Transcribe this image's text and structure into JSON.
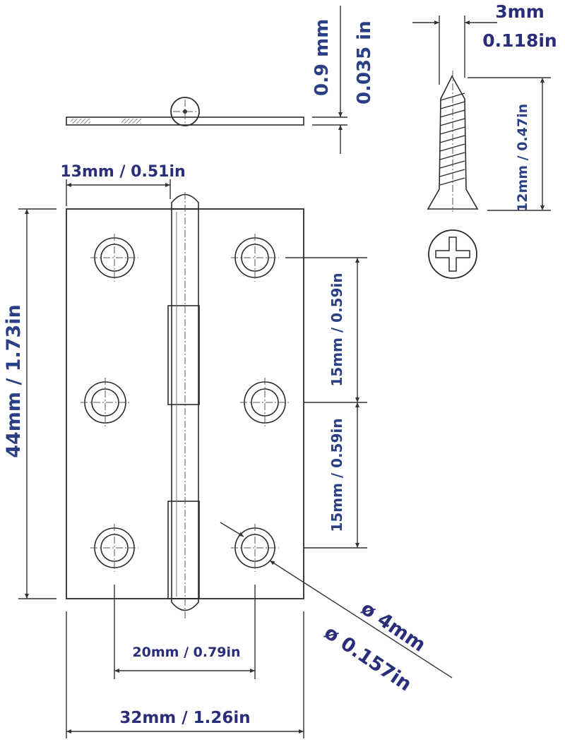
{
  "labels": {
    "thickness_mm": "0.9 mm",
    "thickness_in": "0.035 in",
    "screw_diameter_mm": "3mm",
    "screw_diameter_in": "0.118in",
    "screw_length": "12mm / 0.47in",
    "leaf_width": "13mm / 0.51in",
    "height": "44mm / 1.73in",
    "hole_spacing_upper": "15mm / 0.59in",
    "hole_spacing_lower": "15mm / 0.59in",
    "hole_diameter_mm": "ø 4mm",
    "hole_diameter_in": "ø 0.157in",
    "hole_center_span": "20mm / 0.79in",
    "total_width": "32mm / 1.26in"
  },
  "colors": {
    "label_primary": "#2a2e7a",
    "label_secondary": "#2b3f86",
    "line": "#2b2b2b"
  }
}
